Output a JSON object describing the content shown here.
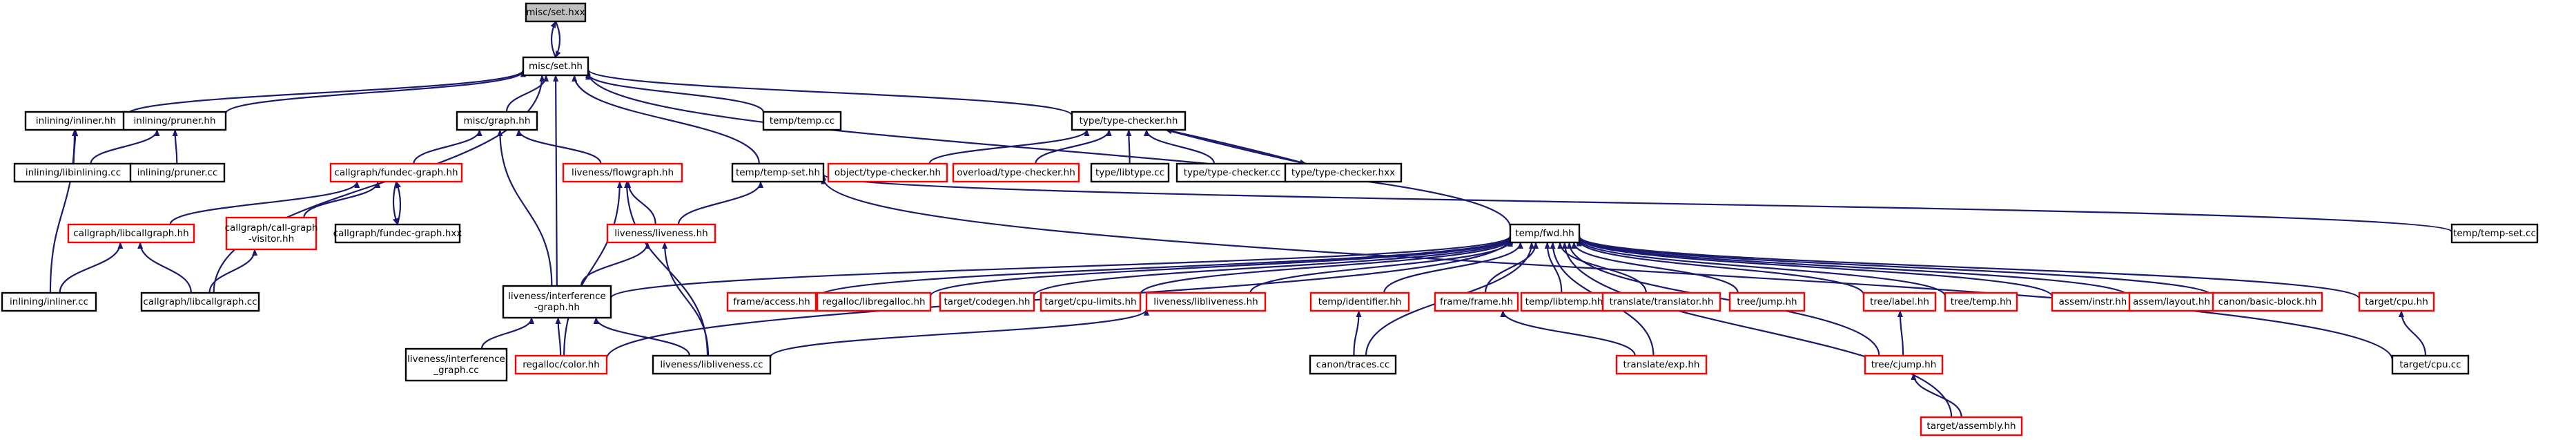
{
  "graph": {
    "title": "misc/set.hxx",
    "colors": {
      "edge": "#191970",
      "documented_border": "#000000",
      "undocumented_border": "#ff0000",
      "current_fill": "#bfbfbf"
    },
    "nodes": [
      {
        "id": "set_hxx",
        "label": "misc/set.hxx",
        "kind": "current"
      },
      {
        "id": "set_hh",
        "label": "misc/set.hh",
        "kind": "black"
      },
      {
        "id": "inliner_hh",
        "label": "inlining/inliner.hh",
        "kind": "black"
      },
      {
        "id": "pruner_hh",
        "label": "inlining/pruner.hh",
        "kind": "black"
      },
      {
        "id": "graph_hh",
        "label": "misc/graph.hh",
        "kind": "black"
      },
      {
        "id": "temp_cc",
        "label": "temp/temp.cc",
        "kind": "black"
      },
      {
        "id": "type_checker_hh",
        "label": "type/type-checker.hh",
        "kind": "black"
      },
      {
        "id": "libinlining_cc",
        "label": "inlining/libinlining.cc",
        "kind": "black"
      },
      {
        "id": "pruner_cc",
        "label": "inlining/pruner.cc",
        "kind": "black"
      },
      {
        "id": "fundec_graph_hh",
        "label": "callgraph/fundec-graph.hh",
        "kind": "red"
      },
      {
        "id": "flowgraph_hh",
        "label": "liveness/flowgraph.hh",
        "kind": "red"
      },
      {
        "id": "temp_set_hh",
        "label": "temp/temp-set.hh",
        "kind": "black"
      },
      {
        "id": "object_type_checker_hh",
        "label": "object/type-checker.hh",
        "kind": "red"
      },
      {
        "id": "overload_type_checker_hh",
        "label": "overload/type-checker.hh",
        "kind": "red"
      },
      {
        "id": "libtype_cc",
        "label": "type/libtype.cc",
        "kind": "black"
      },
      {
        "id": "type_checker_cc",
        "label": "type/type-checker.cc",
        "kind": "black"
      },
      {
        "id": "type_checker_hxx",
        "label": "type/type-checker.hxx",
        "kind": "black"
      },
      {
        "id": "libcallgraph_hh",
        "label": "callgraph/libcallgraph.hh",
        "kind": "red"
      },
      {
        "id": "call_graph_visitor_hh",
        "label": "callgraph/call-graph\n-visitor.hh",
        "kind": "red"
      },
      {
        "id": "fundec_graph_hxx",
        "label": "callgraph/fundec-graph.hxx",
        "kind": "black"
      },
      {
        "id": "liveness_hh",
        "label": "liveness/liveness.hh",
        "kind": "red"
      },
      {
        "id": "temp_set_cc",
        "label": "temp/temp-set.cc",
        "kind": "black"
      },
      {
        "id": "fwd_hh",
        "label": "temp/fwd.hh",
        "kind": "black"
      },
      {
        "id": "inliner_cc",
        "label": "inlining/inliner.cc",
        "kind": "black"
      },
      {
        "id": "libcallgraph_cc",
        "label": "callgraph/libcallgraph.cc",
        "kind": "black"
      },
      {
        "id": "interference_graph_hh",
        "label": "liveness/interference\n-graph.hh",
        "kind": "black"
      },
      {
        "id": "access_hh",
        "label": "frame/access.hh",
        "kind": "red"
      },
      {
        "id": "libregalloc_hh",
        "label": "regalloc/libregalloc.hh",
        "kind": "red"
      },
      {
        "id": "codegen_hh",
        "label": "target/codegen.hh",
        "kind": "red"
      },
      {
        "id": "cpu_limits_hh",
        "label": "target/cpu-limits.hh",
        "kind": "red"
      },
      {
        "id": "libliveness_hh",
        "label": "liveness/libliveness.hh",
        "kind": "red"
      },
      {
        "id": "identifier_hh",
        "label": "temp/identifier.hh",
        "kind": "red"
      },
      {
        "id": "frame_hh",
        "label": "frame/frame.hh",
        "kind": "red"
      },
      {
        "id": "libtemp_hh",
        "label": "temp/libtemp.hh",
        "kind": "red"
      },
      {
        "id": "translator_hh",
        "label": "translate/translator.hh",
        "kind": "red"
      },
      {
        "id": "jump_hh",
        "label": "tree/jump.hh",
        "kind": "red"
      },
      {
        "id": "label_hh",
        "label": "tree/label.hh",
        "kind": "red"
      },
      {
        "id": "tree_temp_hh",
        "label": "tree/temp.hh",
        "kind": "red"
      },
      {
        "id": "instr_hh",
        "label": "assem/instr.hh",
        "kind": "red"
      },
      {
        "id": "layout_hh",
        "label": "assem/layout.hh",
        "kind": "red"
      },
      {
        "id": "basic_block_hh",
        "label": "canon/basic-block.hh",
        "kind": "red"
      },
      {
        "id": "cpu_hh",
        "label": "target/cpu.hh",
        "kind": "red"
      },
      {
        "id": "interference_graph_cc",
        "label": "liveness/interference\n_graph.cc",
        "kind": "black"
      },
      {
        "id": "color_hh",
        "label": "regalloc/color.hh",
        "kind": "red"
      },
      {
        "id": "libliveness_cc",
        "label": "liveness/libliveness.cc",
        "kind": "black"
      },
      {
        "id": "traces_cc",
        "label": "canon/traces.cc",
        "kind": "black"
      },
      {
        "id": "exp_hh",
        "label": "translate/exp.hh",
        "kind": "red"
      },
      {
        "id": "cjump_hh",
        "label": "tree/cjump.hh",
        "kind": "red"
      },
      {
        "id": "cpu_cc",
        "label": "target/cpu.cc",
        "kind": "black"
      },
      {
        "id": "assembly_hh",
        "label": "target/assembly.hh",
        "kind": "red"
      }
    ]
  }
}
